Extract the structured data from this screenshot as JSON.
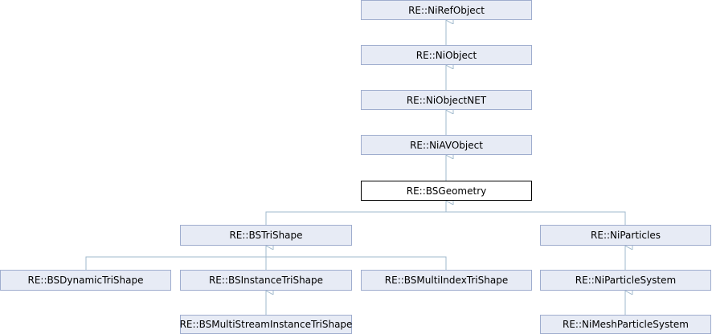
{
  "diagram": {
    "type": "class-inheritance",
    "colors": {
      "node_fill": "#e7ebf5",
      "node_border": "#9fadce",
      "current_border": "#000000",
      "edge": "#9fb8cc"
    },
    "nodes": {
      "ni_ref_object": "RE::NiRefObject",
      "ni_object": "RE::NiObject",
      "ni_object_net": "RE::NiObjectNET",
      "ni_av_object": "RE::NiAVObject",
      "bs_geometry": "RE::BSGeometry",
      "bs_tri_shape": "RE::BSTriShape",
      "ni_particles": "RE::NiParticles",
      "bs_dynamic_tri_shape": "RE::BSDynamicTriShape",
      "bs_instance_tri_shape": "RE::BSInstanceTriShape",
      "bs_multi_index_tri_shape": "RE::BSMultiIndexTriShape",
      "ni_particle_system": "RE::NiParticleSystem",
      "bs_multi_stream_instance_tri_shape": "RE::BSMultiStreamInstanceTriShape",
      "ni_mesh_particle_system": "RE::NiMeshParticleSystem"
    },
    "current": "bs_geometry"
  }
}
